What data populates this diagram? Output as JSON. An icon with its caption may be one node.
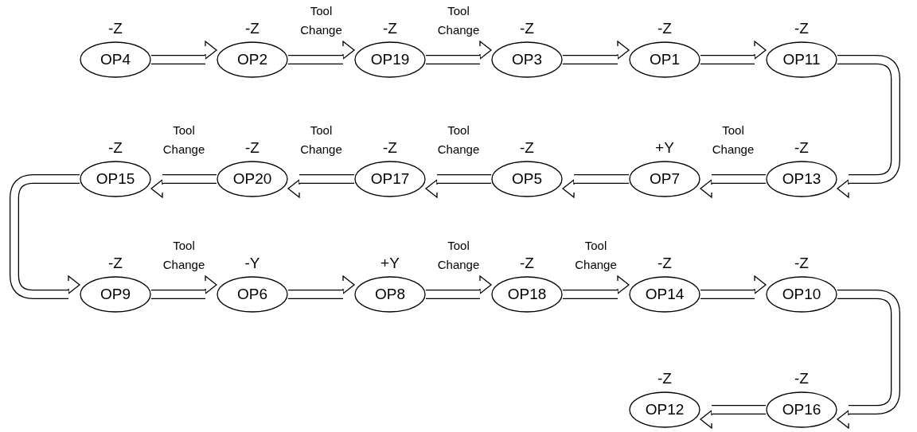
{
  "diagram": {
    "nodes": [
      {
        "text": [
          "OP4"
        ],
        "beside": [
          "-Z"
        ]
      },
      {
        "text": [
          "OP2"
        ],
        "beside": [
          "-Z"
        ]
      },
      {
        "text": [
          "OP19"
        ],
        "beside": [
          "-Z"
        ]
      },
      {
        "text": [
          "OP3"
        ],
        "beside": [
          "-Z"
        ]
      },
      {
        "text": [
          "OP1"
        ],
        "beside": [
          "-Z"
        ]
      },
      {
        "text": [
          "OP11"
        ],
        "beside": [
          "-Z"
        ]
      },
      {
        "text": [
          "OP15"
        ],
        "beside": [
          "-Z"
        ]
      },
      {
        "text": [
          "OP20"
        ],
        "beside": [
          "-Z"
        ]
      },
      {
        "text": [
          "OP17"
        ],
        "beside": [
          "-Z"
        ]
      },
      {
        "text": [
          "OP5"
        ],
        "beside": [
          "-Z"
        ]
      },
      {
        "text": [
          "OP7"
        ],
        "beside": [
          "+Y"
        ]
      },
      {
        "text": [
          "OP13"
        ],
        "beside": [
          "-Z"
        ]
      },
      {
        "text": [
          "OP9"
        ],
        "beside": [
          "-Z"
        ]
      },
      {
        "text": [
          "OP6"
        ],
        "beside": [
          "-Y"
        ]
      },
      {
        "text": [
          "OP8"
        ],
        "beside": [
          "+Y"
        ]
      },
      {
        "text": [
          "OP18"
        ],
        "beside": [
          "-Z"
        ]
      },
      {
        "text": [
          "OP14"
        ],
        "beside": [
          "-Z"
        ]
      },
      {
        "text": [
          "OP10"
        ],
        "beside": [
          "-Z"
        ]
      },
      {
        "text": [
          "OP12"
        ],
        "beside": [
          "-Z"
        ]
      },
      {
        "text": [
          "OP16"
        ],
        "beside": [
          "-Z"
        ]
      }
    ],
    "edges": [
      {
        "from": 0,
        "to": 1,
        "arrow": "to"
      },
      {
        "from": 1,
        "to": 2,
        "arrow": "to",
        "label": "Tool Change"
      },
      {
        "from": 2,
        "to": 3,
        "arrow": "to",
        "label": "Tool Change"
      },
      {
        "from": 3,
        "to": 4,
        "arrow": "to"
      },
      {
        "from": 4,
        "to": 5,
        "arrow": "to"
      },
      {
        "from": 5,
        "to": 11,
        "arrow": "to"
      },
      {
        "from": 11,
        "to": 10,
        "arrow": "to",
        "label": "Tool Change"
      },
      {
        "from": 10,
        "to": 9,
        "arrow": "to"
      },
      {
        "from": 9,
        "to": 8,
        "arrow": "to",
        "label": "Tool Change"
      },
      {
        "from": 8,
        "to": 7,
        "arrow": "to",
        "label": "Tool Change"
      },
      {
        "from": 7,
        "to": 6,
        "arrow": "to",
        "label": "Tool Change"
      },
      {
        "from": 6,
        "to": 12,
        "arrow": "to"
      },
      {
        "from": 12,
        "to": 13,
        "arrow": "to",
        "label": "Tool Change"
      },
      {
        "from": 13,
        "to": 14,
        "arrow": "to"
      },
      {
        "from": 14,
        "to": 15,
        "arrow": "to",
        "label": "Tool Change"
      },
      {
        "from": 15,
        "to": 16,
        "arrow": "to",
        "label": "Tool Change"
      },
      {
        "from": 16,
        "to": 17,
        "arrow": "to"
      },
      {
        "from": 17,
        "to": 19,
        "arrow": "to"
      },
      {
        "from": 19,
        "to": 18,
        "arrow": "to"
      }
    ]
  }
}
